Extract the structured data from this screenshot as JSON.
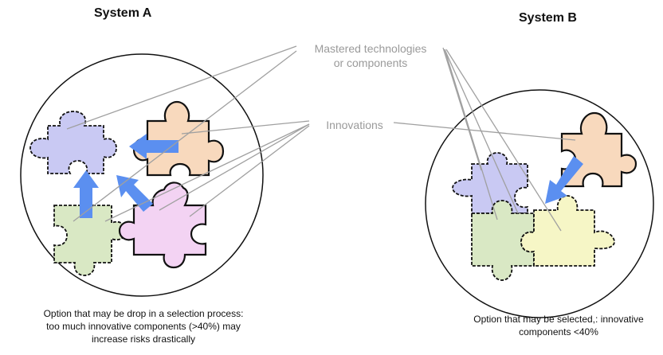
{
  "system_a": {
    "title": "System A",
    "caption_lines": [
      "Option that may be drop in a selection process:",
      "too much innovative components  (>40%) may",
      "increase risks drastically"
    ]
  },
  "system_b": {
    "title": "System B",
    "caption_lines": [
      "Option that may be selected,: innovative",
      "components <40%"
    ]
  },
  "annotations": {
    "mastered_lines": [
      "Mastered technologies",
      "or components"
    ],
    "innovations": "Innovations"
  },
  "colors": {
    "mastered_blue": "#c9c9f3",
    "mastered_green": "#d9e8c4",
    "innovation_orange": "#f8d9bd",
    "innovation_pink": "#f3d3f3",
    "innovation_yellow": "#f6f6c6",
    "arrow": "#5b8ff0",
    "leader": "#a0a0a0"
  }
}
